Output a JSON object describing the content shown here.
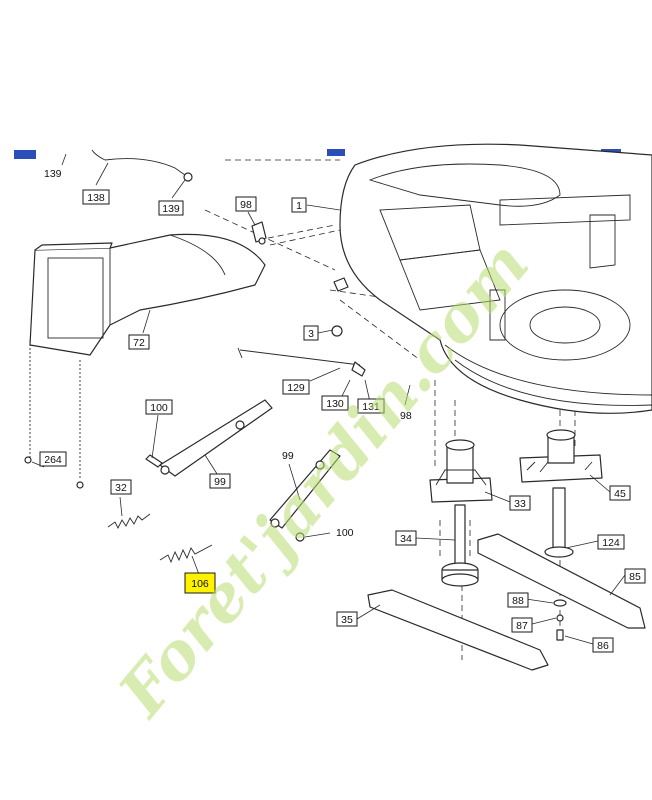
{
  "diagram": {
    "watermark": "Foret'jardin.com",
    "callouts": [
      {
        "id": "138",
        "label": "138",
        "boxed": true,
        "highlight": false
      },
      {
        "id": "139a",
        "label": "139",
        "boxed": false,
        "highlight": false
      },
      {
        "id": "139b",
        "label": "139",
        "boxed": true,
        "highlight": false
      },
      {
        "id": "98a",
        "label": "98",
        "boxed": true,
        "highlight": false
      },
      {
        "id": "1",
        "label": "1",
        "boxed": true,
        "highlight": false
      },
      {
        "id": "72",
        "label": "72",
        "boxed": true,
        "highlight": false
      },
      {
        "id": "3",
        "label": "3",
        "boxed": true,
        "highlight": false
      },
      {
        "id": "129",
        "label": "129",
        "boxed": true,
        "highlight": false
      },
      {
        "id": "130",
        "label": "130",
        "boxed": true,
        "highlight": false
      },
      {
        "id": "131",
        "label": "131",
        "boxed": true,
        "highlight": false
      },
      {
        "id": "98b",
        "label": "98",
        "boxed": false,
        "highlight": false
      },
      {
        "id": "100a",
        "label": "100",
        "boxed": true,
        "highlight": false
      },
      {
        "id": "99a",
        "label": "99",
        "boxed": true,
        "highlight": false
      },
      {
        "id": "99b",
        "label": "99",
        "boxed": false,
        "highlight": false
      },
      {
        "id": "100b",
        "label": "100",
        "boxed": false,
        "highlight": false
      },
      {
        "id": "264",
        "label": "264",
        "boxed": true,
        "highlight": false
      },
      {
        "id": "32",
        "label": "32",
        "boxed": true,
        "highlight": false
      },
      {
        "id": "106",
        "label": "106",
        "boxed": true,
        "highlight": true
      },
      {
        "id": "33",
        "label": "33",
        "boxed": true,
        "highlight": false
      },
      {
        "id": "45",
        "label": "45",
        "boxed": true,
        "highlight": false
      },
      {
        "id": "34",
        "label": "34",
        "boxed": true,
        "highlight": false
      },
      {
        "id": "124",
        "label": "124",
        "boxed": true,
        "highlight": false
      },
      {
        "id": "85",
        "label": "85",
        "boxed": true,
        "highlight": false
      },
      {
        "id": "88",
        "label": "88",
        "boxed": true,
        "highlight": false
      },
      {
        "id": "87",
        "label": "87",
        "boxed": true,
        "highlight": false
      },
      {
        "id": "86",
        "label": "86",
        "boxed": true,
        "highlight": false
      },
      {
        "id": "35",
        "label": "35",
        "boxed": true,
        "highlight": false
      }
    ],
    "colors": {
      "highlight": "#fff200",
      "watermark": "#b8dc73",
      "cropped_tag": "#2a4fb8"
    }
  }
}
